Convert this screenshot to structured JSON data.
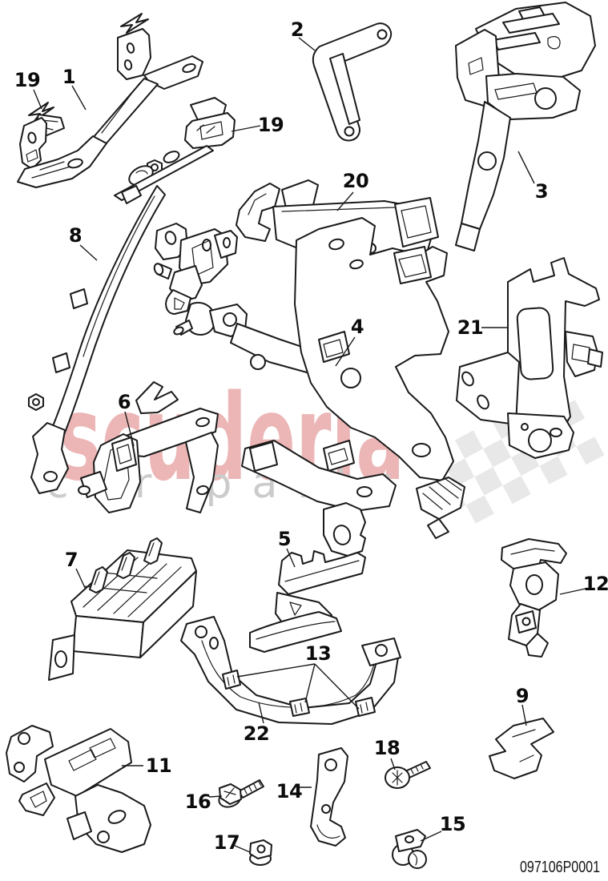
{
  "diagram": {
    "part_number": "097106P0001",
    "ink_color": "#1a1a1a",
    "watermark": {
      "brand": "scuderia",
      "tagline": "car parts",
      "brand_color": "#ecb6b6",
      "tagline_color": "#cbcbcb",
      "flag_color": "#e8e8e8"
    },
    "callouts": [
      {
        "id": "19-left",
        "label": "19"
      },
      {
        "id": "1",
        "label": "1"
      },
      {
        "id": "2",
        "label": "2"
      },
      {
        "id": "19-mid",
        "label": "19"
      },
      {
        "id": "3",
        "label": "3"
      },
      {
        "id": "20",
        "label": "20"
      },
      {
        "id": "8",
        "label": "8"
      },
      {
        "id": "21",
        "label": "21"
      },
      {
        "id": "4",
        "label": "4"
      },
      {
        "id": "6",
        "label": "6"
      },
      {
        "id": "5",
        "label": "5"
      },
      {
        "id": "7",
        "label": "7"
      },
      {
        "id": "12",
        "label": "12"
      },
      {
        "id": "13",
        "label": "13"
      },
      {
        "id": "9",
        "label": "9"
      },
      {
        "id": "22",
        "label": "22"
      },
      {
        "id": "11",
        "label": "11"
      },
      {
        "id": "16",
        "label": "16"
      },
      {
        "id": "14",
        "label": "14"
      },
      {
        "id": "17",
        "label": "17"
      },
      {
        "id": "18",
        "label": "18"
      },
      {
        "id": "15",
        "label": "15"
      }
    ]
  }
}
